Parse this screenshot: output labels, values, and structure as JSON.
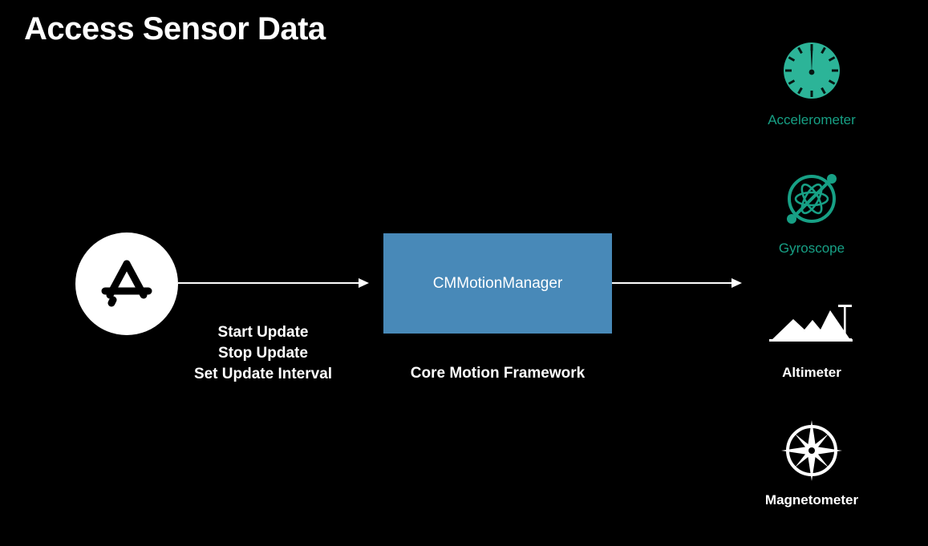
{
  "page": {
    "title": "Access Sensor Data",
    "background_color": "#000000"
  },
  "source_node": {
    "icon": "app-store-icon",
    "actions": "Start Update\nStop Update\nSet Update Interval",
    "action_items": [
      "Start Update",
      "Stop Update",
      "Set Update Interval"
    ]
  },
  "framework": {
    "box_label": "CMMotionManager",
    "caption": "Core Motion Framework",
    "box_color": "#4889b8"
  },
  "arrows": {
    "left_arrow": "arrow-right-icon",
    "right_arrow": "arrow-right-icon",
    "color": "#ffffff"
  },
  "sensors": [
    {
      "id": "accelerometer",
      "label": "Accelerometer",
      "icon": "gauge-icon",
      "color": "#2cb498",
      "label_color": "#17a085"
    },
    {
      "id": "gyroscope",
      "label": "Gyroscope",
      "icon": "gyroscope-atom-icon",
      "color": "#17a085",
      "label_color": "#17a085"
    },
    {
      "id": "altimeter",
      "label": "Altimeter",
      "icon": "mountain-ruler-icon",
      "color": "#ffffff",
      "label_color": "#ffffff"
    },
    {
      "id": "magnetometer",
      "label": "Magnetometer",
      "icon": "compass-rose-icon",
      "color": "#ffffff",
      "label_color": "#ffffff"
    }
  ]
}
